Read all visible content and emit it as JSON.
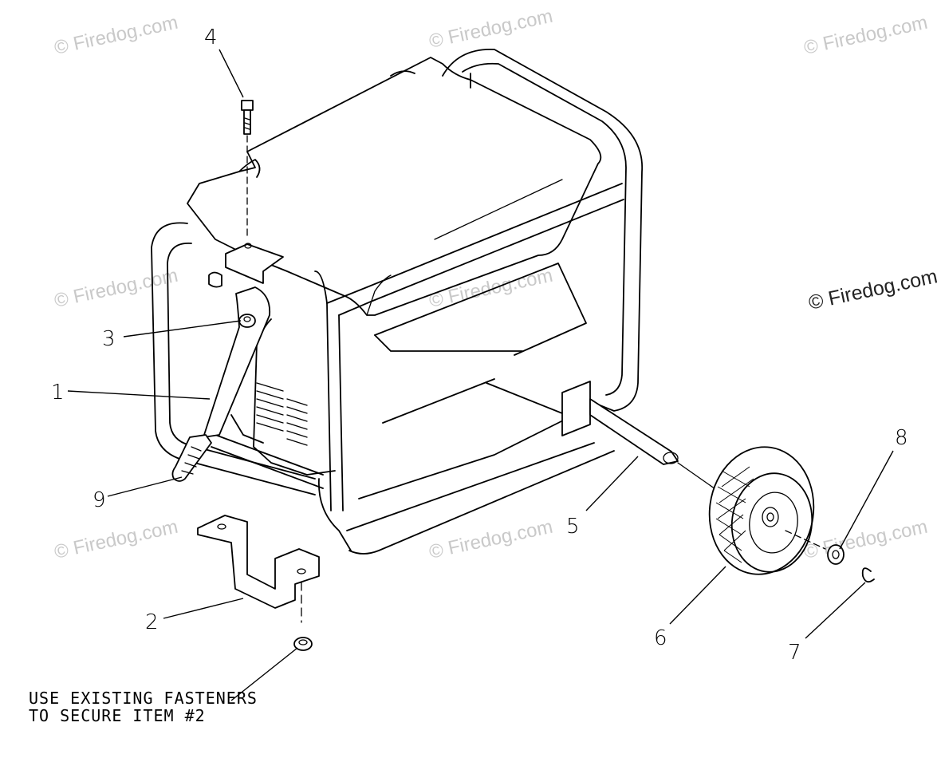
{
  "callouts": [
    {
      "id": "1",
      "label": "1"
    },
    {
      "id": "2",
      "label": "2"
    },
    {
      "id": "3",
      "label": "3"
    },
    {
      "id": "4",
      "label": "4"
    },
    {
      "id": "5",
      "label": "5"
    },
    {
      "id": "6",
      "label": "6"
    },
    {
      "id": "7",
      "label": "7"
    },
    {
      "id": "8",
      "label": "8"
    },
    {
      "id": "9",
      "label": "9"
    }
  ],
  "note": {
    "line1": "USE EXISTING FASTENERS",
    "line2": "TO SECURE ITEM #2"
  },
  "watermark": {
    "text": "© Firedog.com"
  },
  "colors": {
    "line": "#000000",
    "background": "#ffffff",
    "watermark": "#c9c9c9"
  }
}
